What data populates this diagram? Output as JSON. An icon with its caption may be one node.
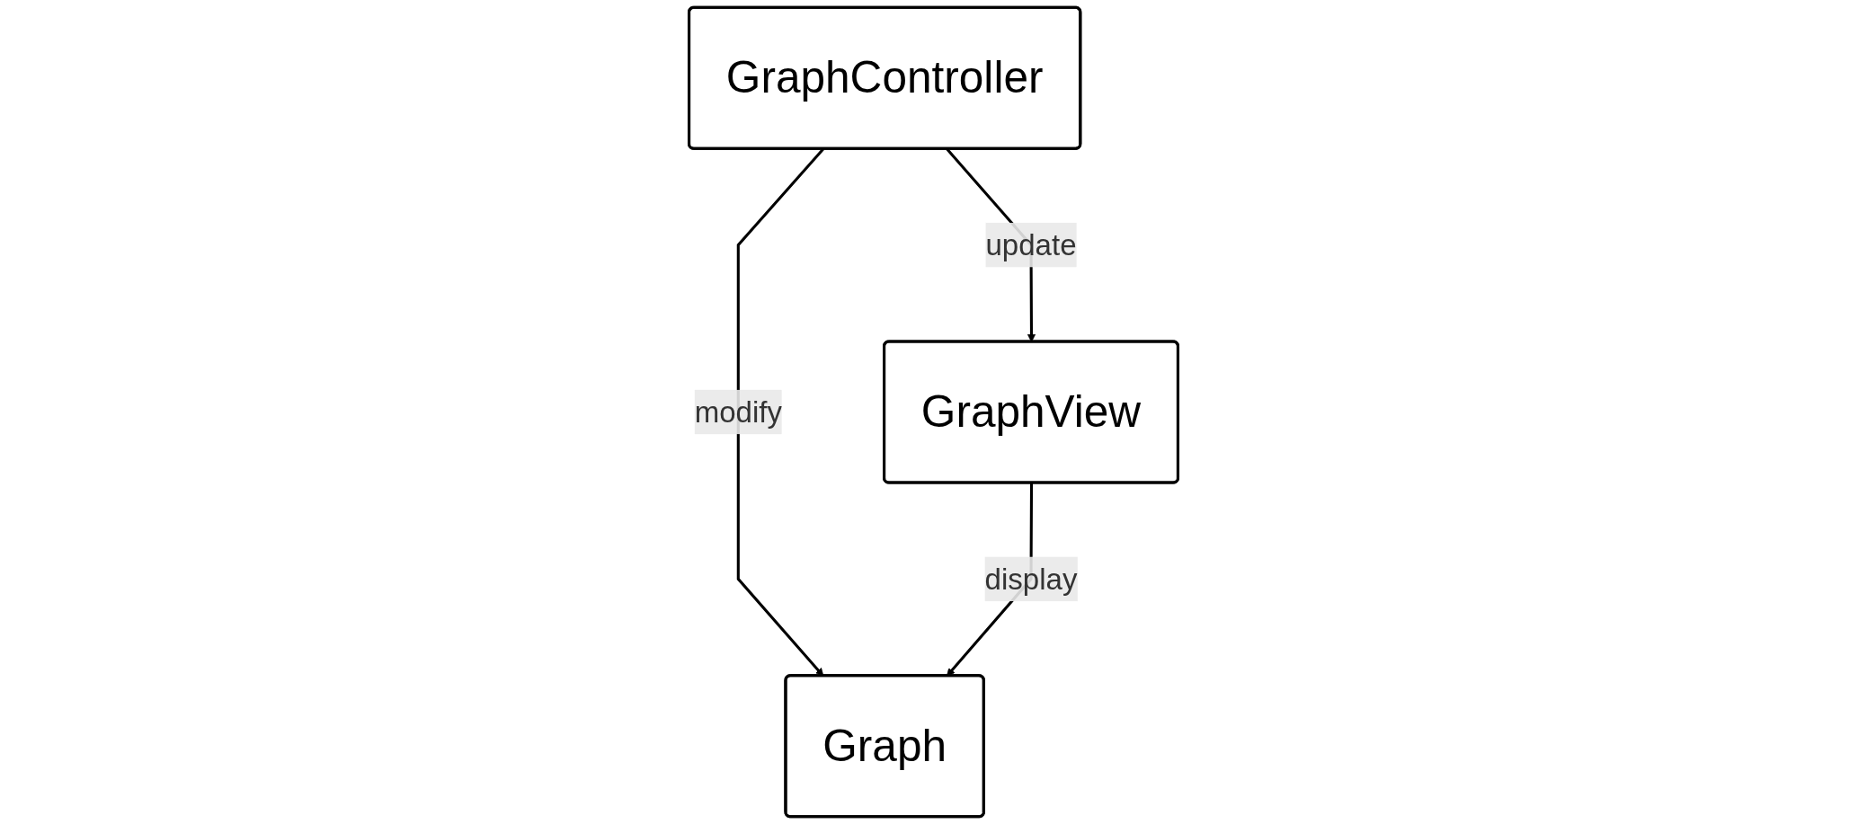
{
  "diagram": {
    "nodes": [
      {
        "text": [
          "GraphController"
        ]
      },
      {
        "text": [
          "GraphView"
        ]
      },
      {
        "text": [
          "Graph"
        ]
      }
    ],
    "edges": [
      {
        "from": 0,
        "to": 1,
        "label": "update",
        "arrow": "to"
      },
      {
        "from": 0,
        "to": 2,
        "label": "modify",
        "arrow": "to"
      },
      {
        "from": 1,
        "to": 2,
        "label": "display",
        "arrow": "to"
      }
    ]
  }
}
